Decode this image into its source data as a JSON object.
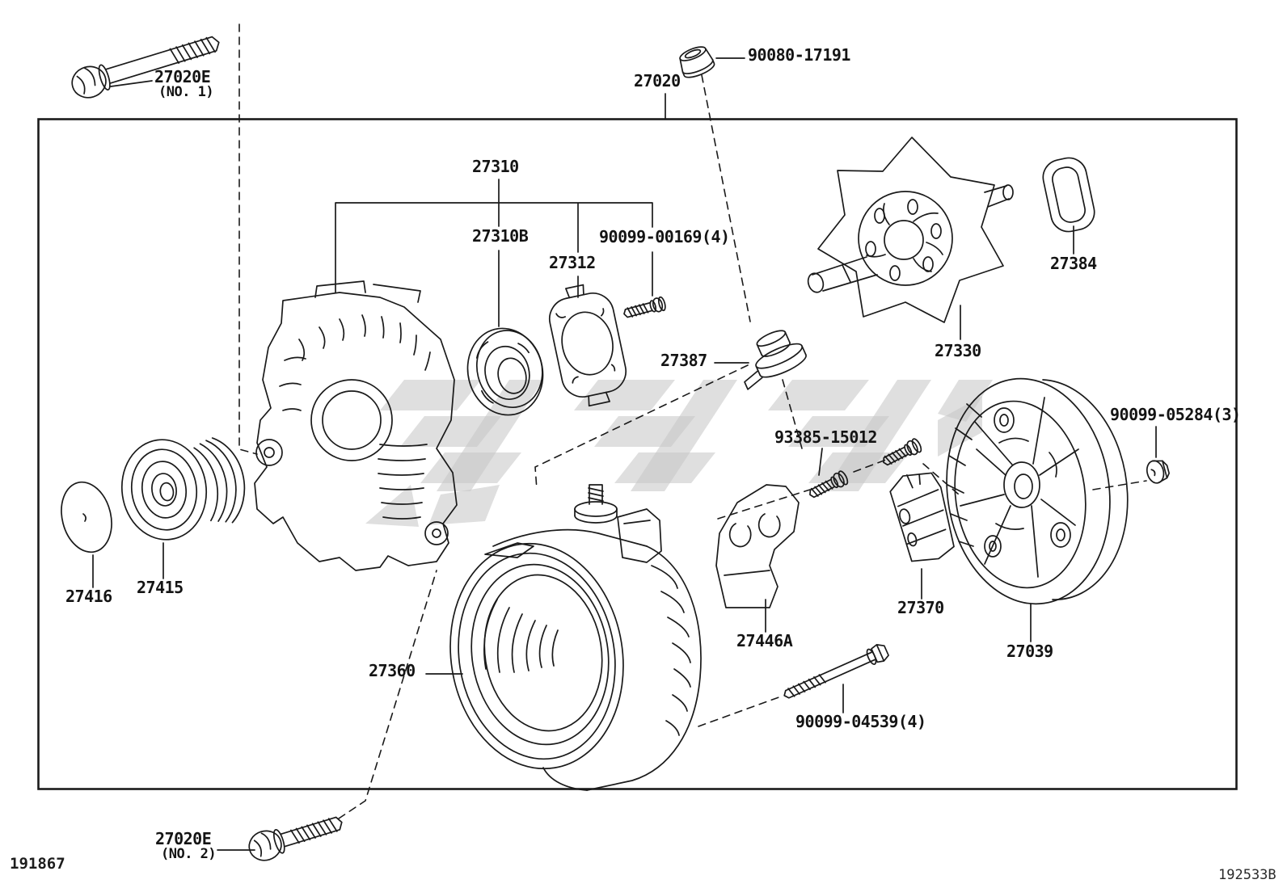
{
  "diagram": {
    "type": "exploded-parts-diagram",
    "labels": {
      "bolt_no1": "27020E",
      "bolt_no1_sub": "(NO. 1)",
      "top_nut": "90080-17191",
      "assembly": "27020",
      "housing_group": "27310",
      "housing_bearing": "27310B",
      "bearing_screws": "90099-00169(4)",
      "retainer_plate": "27312",
      "slip_ring": "27387",
      "rotor": "27330",
      "seal_ring": "27384",
      "cover_nuts": "90099-05284(3)",
      "holder_screws": "93385-15012",
      "brush_holder": "27370",
      "rear_cover": "27039",
      "bracket": "27446A",
      "through_bolts": "90099-04539(4)",
      "stator": "27360",
      "pulley": "27415",
      "pulley_cap": "27416",
      "bolt_no2": "27020E",
      "bolt_no2_sub": "(NO. 2)"
    },
    "corner_codes": {
      "bottom_left": "191867",
      "bottom_right": "192533B"
    },
    "colors": {
      "line": "#1a1a1a",
      "watermark": "#c4c4c4",
      "background": "#ffffff"
    }
  }
}
